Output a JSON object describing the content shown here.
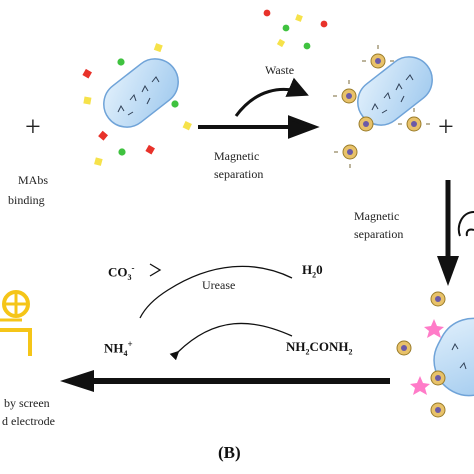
{
  "labels": {
    "mabs": "MAbs",
    "binding": "binding",
    "waste": "Waste",
    "magnetic_separation_1a": "Magnetic",
    "magnetic_separation_1b": "separation",
    "magnetic_separation_2a": "Magnetic",
    "magnetic_separation_2b": "separation",
    "co3": "CO",
    "co3_sub": "3",
    "co3_sup": "-",
    "h2o": "H",
    "h2o_sub": "2",
    "h2o_tail": "0",
    "urease": "Urease",
    "nh4": "NH",
    "nh4_sub": "4",
    "nh4_sup": "+",
    "urea_a": "NH",
    "urea_sub1": "2",
    "urea_b": "CONH",
    "urea_sub2": "2",
    "screen_line1": "by screen",
    "screen_line2": "d electrode",
    "plus": "+",
    "panel": "(B)"
  },
  "colors": {
    "bacterium_fill": "#b9d9f3",
    "bacterium_edge": "#6fa3d8",
    "red_dot": "#e8322a",
    "green_dot": "#3fc23f",
    "yellow_dot": "#f6e24a",
    "bead_outer": "#e8c26a",
    "bead_inner": "#6b5aa8",
    "pink_star": "#ff7bc8",
    "electrode": "#f5c518",
    "arrow": "#111111"
  }
}
